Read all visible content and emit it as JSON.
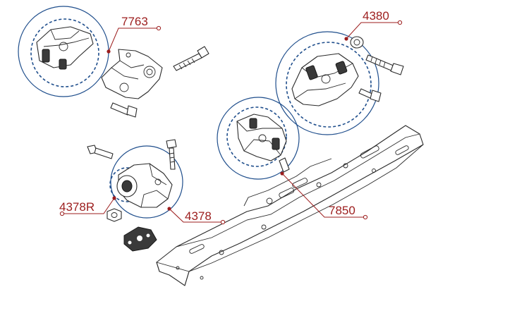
{
  "colors": {
    "callout": "#9c1d1d",
    "ring": "#1f4e8c",
    "line_art": "#2a2a2a",
    "background": "#ffffff"
  },
  "callouts": [
    {
      "id": "7763",
      "label": "7763"
    },
    {
      "id": "4380",
      "label": "4380"
    },
    {
      "id": "4378R",
      "label": "4378R"
    },
    {
      "id": "4378",
      "label": "4378"
    },
    {
      "id": "7850",
      "label": "7850"
    }
  ]
}
